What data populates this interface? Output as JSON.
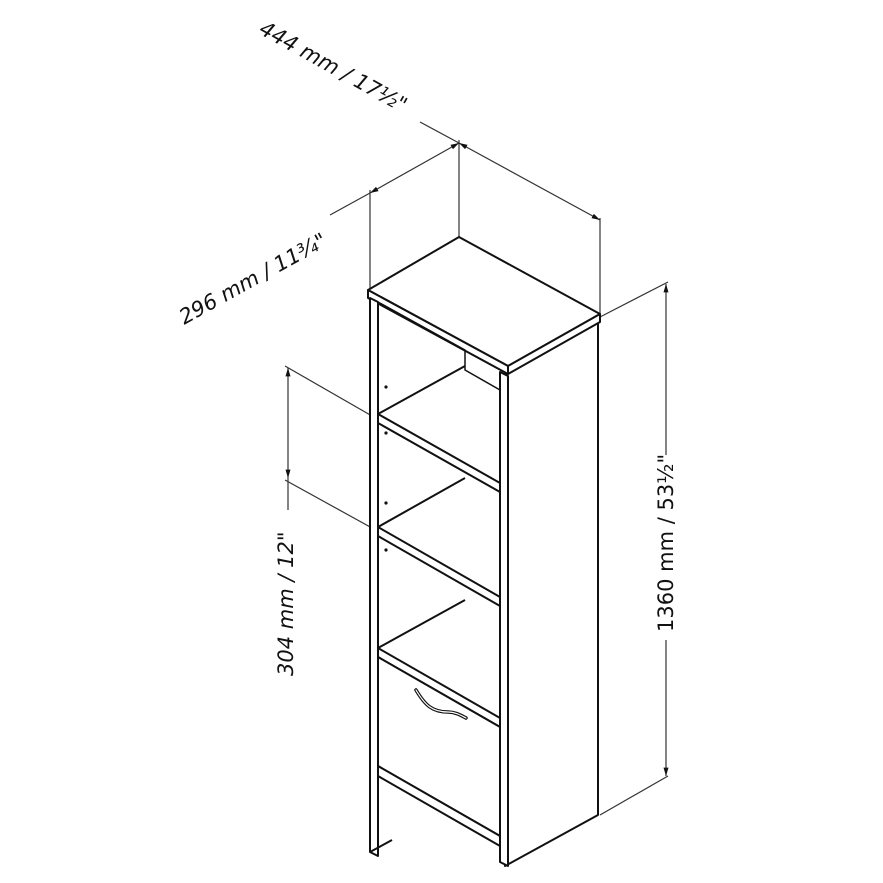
{
  "diagram": {
    "subject": "Bookcase with drawer",
    "colors": {
      "line": "#111111",
      "dimension_line": "#333333",
      "background": "#ffffff"
    },
    "dimensions": {
      "width": {
        "label": "444 mm / 17½\"",
        "mm": 444,
        "inches": "17 1/2"
      },
      "depth": {
        "label": "296 mm / 11¾\"",
        "mm": 296,
        "inches": "11 3/4"
      },
      "height": {
        "label": "1360 mm / 53½\"",
        "mm": 1360,
        "inches": "53 1/2"
      },
      "shelf_spacing": {
        "label": "304 mm / 12\"",
        "mm": 304,
        "inches": "12"
      }
    },
    "components": [
      "top-panel",
      "side-panels",
      "shelf-1",
      "shelf-2",
      "shelf-3",
      "drawer",
      "drawer-handle",
      "base-kick"
    ]
  }
}
